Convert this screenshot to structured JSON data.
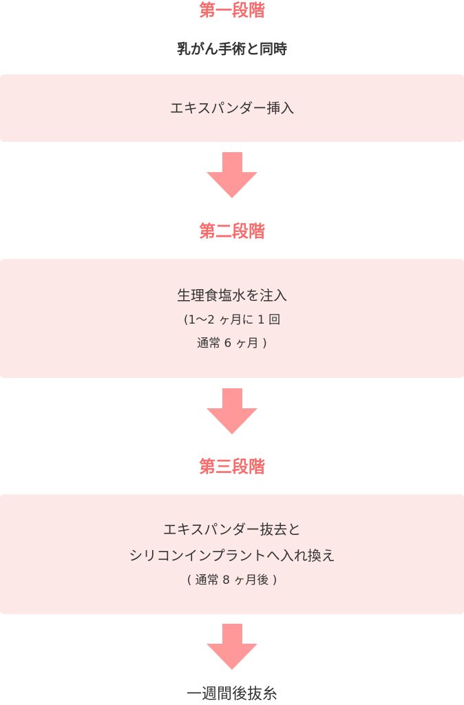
{
  "colors": {
    "stage": "#f66b6b",
    "box": "#fde8e8",
    "arrow": "#ff9999",
    "text": "#333333"
  },
  "stage1": {
    "title": "第一段階",
    "subtitle": "乳がん手術と同時",
    "box_lines": [
      "エキスパンダー挿入"
    ]
  },
  "stage2": {
    "title": "第二段階",
    "box_lines": [
      "生理食塩水を注入",
      "(1〜2 ヶ月に 1 回",
      "通常 6 ヶ月 )"
    ]
  },
  "stage3": {
    "title": "第三段階",
    "box_lines": [
      "エキスパンダー抜去と",
      "シリコンインプラントへ入れ換え",
      "( 通常 8 ヶ月後 )"
    ]
  },
  "final": {
    "text": "一週間後抜糸"
  }
}
